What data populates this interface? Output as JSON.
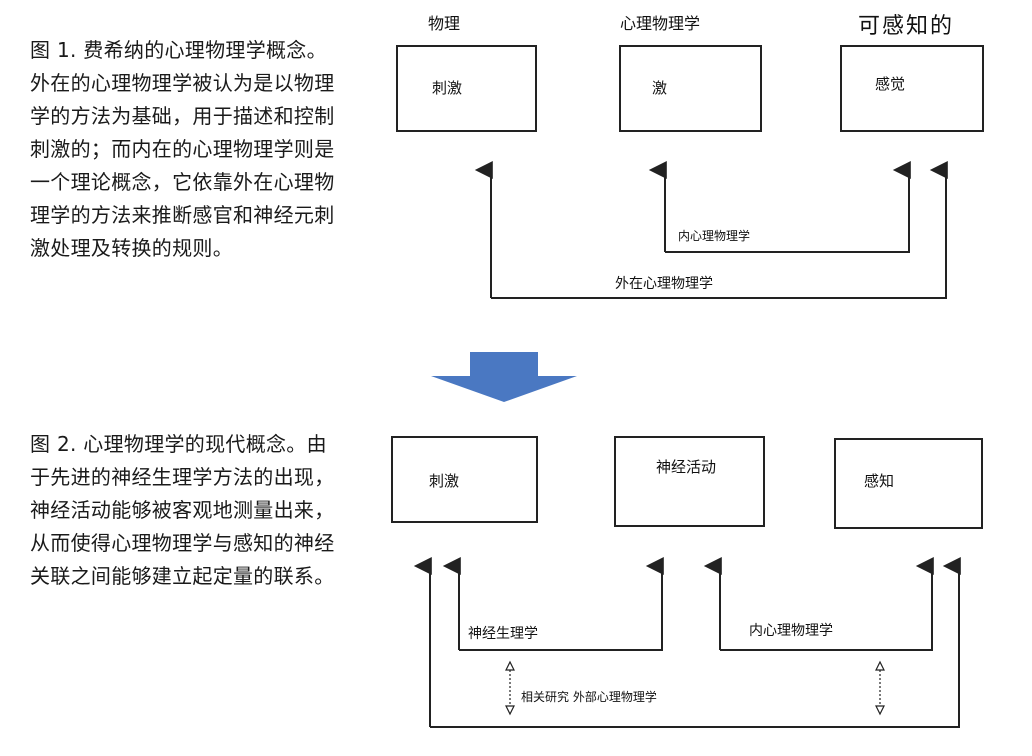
{
  "figure1": {
    "caption": "图 1. 费希纳的心理物理学概念。外在的心理物理学被认为是以物理学的方法为基础，用于描述和控制刺激的；而内在的心理物理学则是一个理论概念，它依靠外在心理物理学的方法来推断感官和神经元刺激处理及转换的规则。",
    "headers": {
      "physics": "物理",
      "psychophysics": "心理物理学",
      "perceivable": "可感知的"
    },
    "boxes": {
      "stimulus": "刺激",
      "excitation": "激",
      "sensation": "感觉"
    },
    "labels": {
      "inner": "内心理物理学",
      "outer": "外在心理物理学"
    }
  },
  "figure2": {
    "caption": "图 2. 心理物理学的现代概念。由于先进的神经生理学方法的出现，神经活动能够被客观地测量出来，从而使得心理物理学与感知的神经关联之间能够建立起定量的联系。",
    "boxes": {
      "stimulus": "刺激",
      "neural": "神经活动",
      "perception": "感知"
    },
    "labels": {
      "neurophysiology": "神经生理学",
      "inner": "内心理物理学",
      "correlational": "相关研究 外部心理物理学"
    }
  },
  "colors": {
    "transition_arrow": "#4a78c2",
    "line": "#222222"
  }
}
